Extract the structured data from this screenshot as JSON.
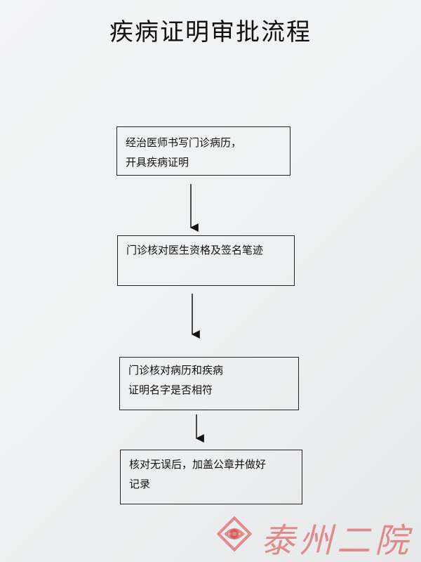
{
  "title": "疾病证明审批流程",
  "steps": [
    {
      "lines": [
        "经治医师书写门诊病历，",
        "开具疾病证明"
      ]
    },
    {
      "lines": [
        "门诊核对医生资格及签名笔迹"
      ]
    },
    {
      "lines": [
        "门诊核对病历和疾病",
        "证明名字是否相符"
      ]
    },
    {
      "lines": [
        "核对无误后，加盖公章并做好",
        "记录"
      ]
    }
  ],
  "watermark": {
    "text": "泰州二院",
    "color": "#d63c3c"
  }
}
